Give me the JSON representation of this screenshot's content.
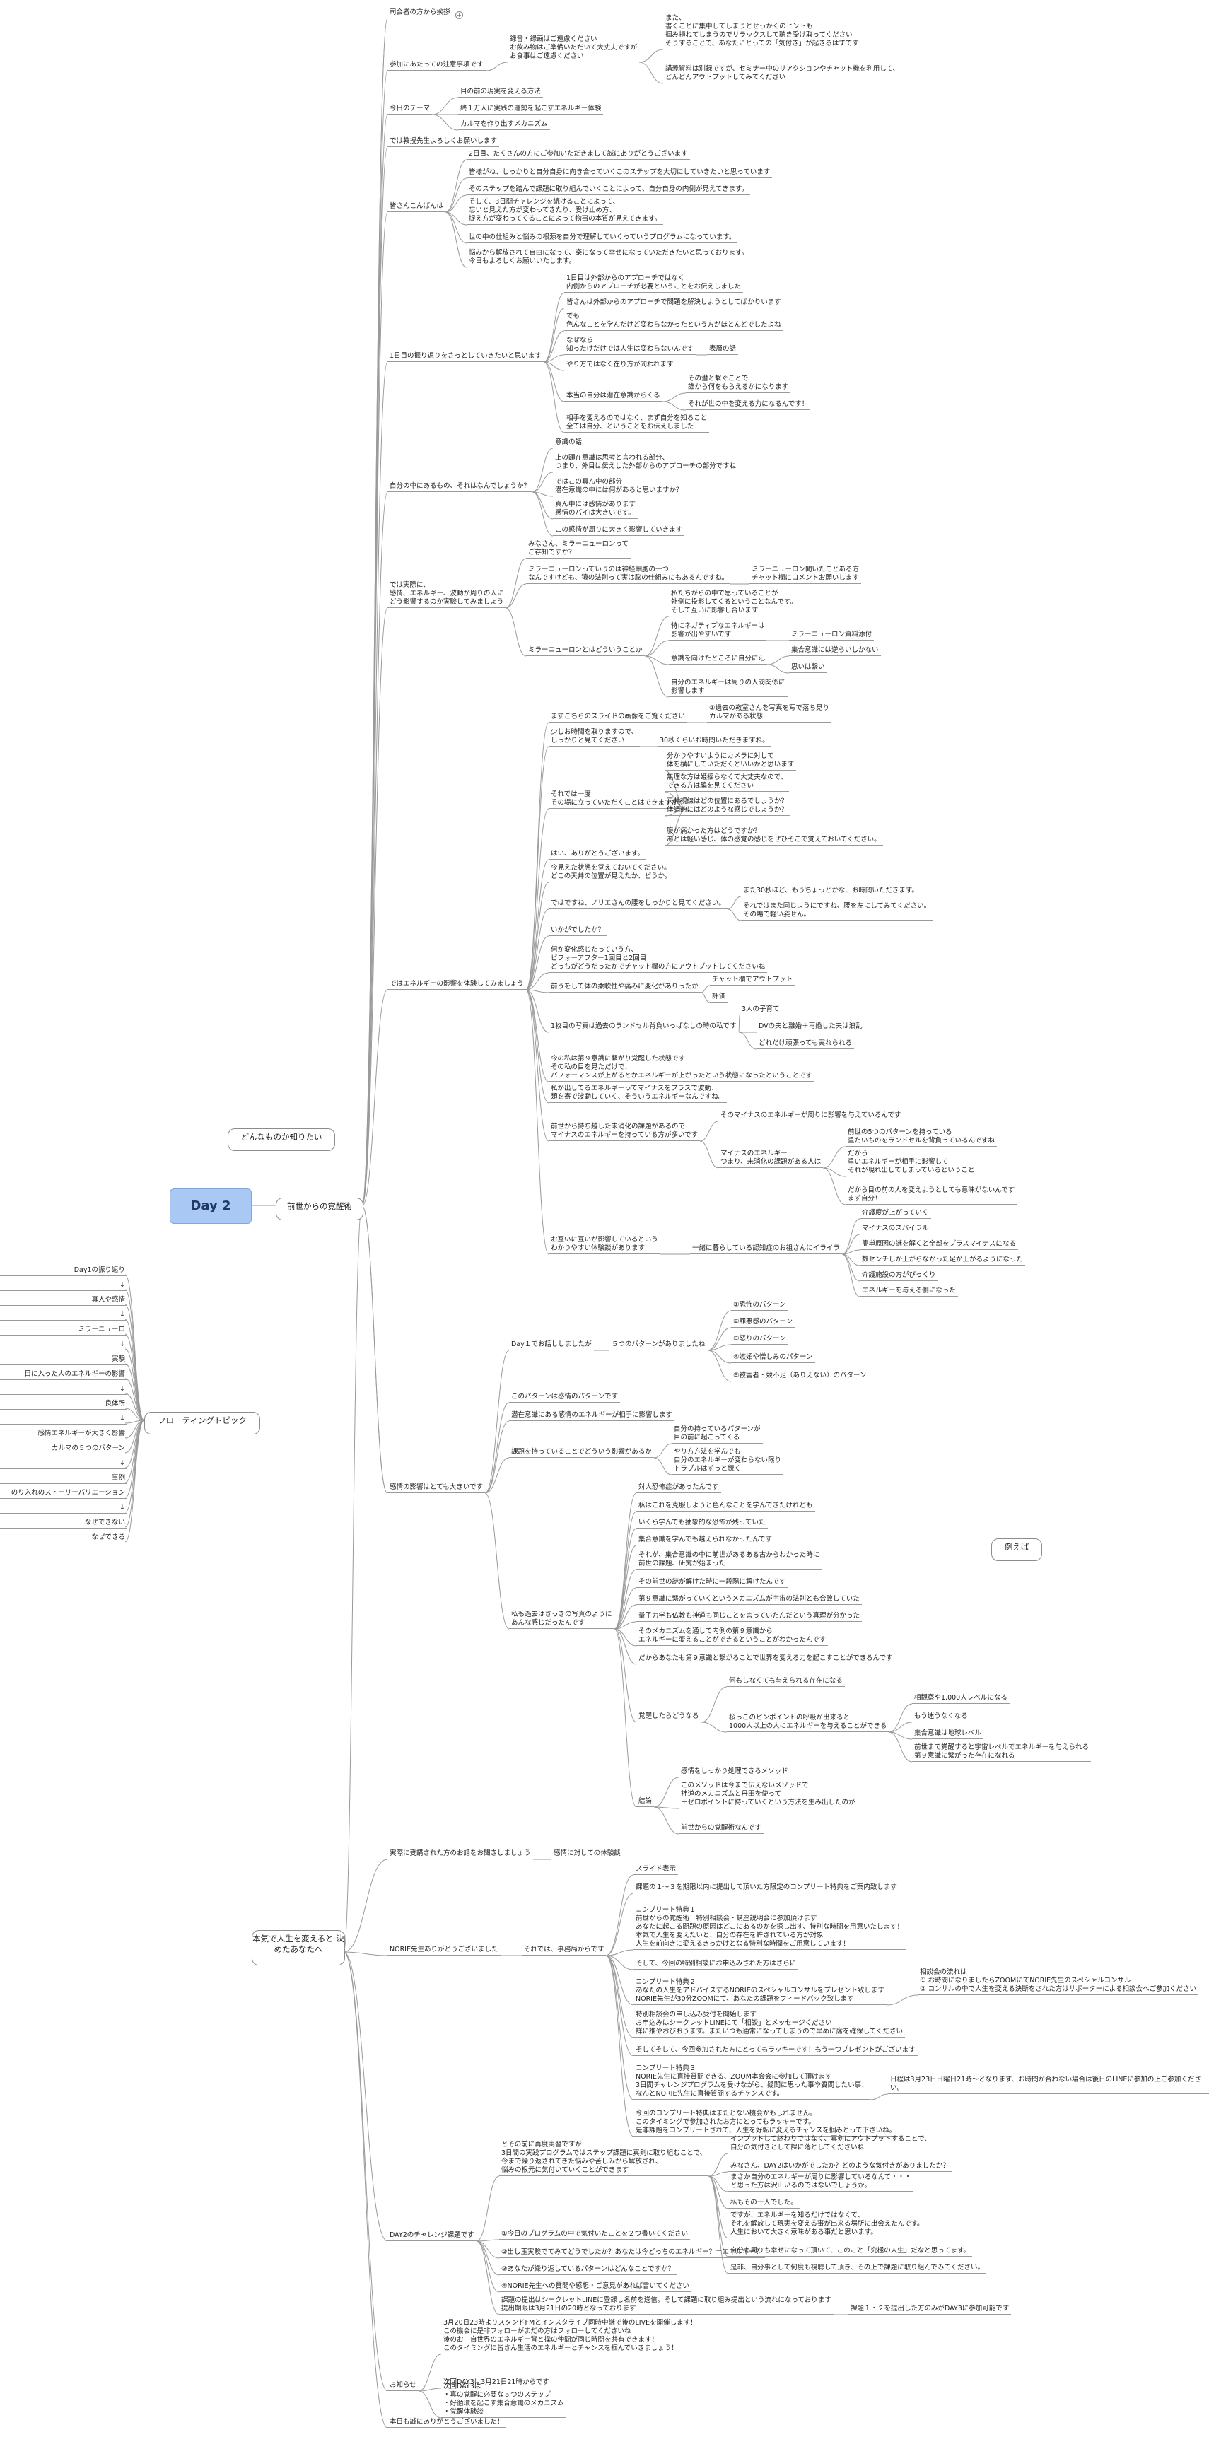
{
  "root": {
    "label": "Day 2"
  },
  "branches": {
    "want_to_know": "どんなものか知りたい",
    "kakusei": "前世からの覚醒術",
    "floating": "フローティングトピック",
    "new_self": "本気で人生を変えると\n決めたあなたへ",
    "example": "例えば"
  },
  "floating_items": [
    "Day1の振り返り",
    "↓",
    "真人や感情",
    "↓",
    "ミラーニューロ",
    "↓",
    "実験",
    "目に入った人のエネルギーの影響",
    "↓",
    "良体所",
    "↓",
    "感情エネルギーが大きく影響",
    "カルマの５つのパターン",
    "↓",
    "事例",
    "のり入れのストーリーバリエーション",
    "↓",
    "なぜできない",
    "なぜできる"
  ],
  "nodes": {
    "t1": "司会者の方から挨拶",
    "t2": "参加にあたっての注意事項です",
    "t2a": "録音・録画はご遠慮ください\nお飲み物はご準備いただいて大丈夫ですが\nお食事はご遠慮ください",
    "t2a1": "また、\n書くことに集中してしまうとせっかくのヒントも\n掴み損ねてしまうのでリラックスして聴き受け取ってください\nそうすることで、あなたにとっての「気付き」が起きるはずです",
    "t2a2": "講義資料は別録ですが、セミナー中のリアクションやチャット機を利用して、\nどんどんアウトプットしてみてください",
    "t3": "今日のテーマ",
    "t3a": "目の前の現実を変える方法",
    "t3b": "終１万人に実践の運勢を起こすエネルギー体験",
    "t3c": "カルマを作り出すメカニズム",
    "t4": "では教授先生よろしくお願いします",
    "t5": "皆さんこんばんは",
    "t5a": "2日目、たくさんの方にご参加いただきまして誠にありがとうございます",
    "t5b": "皆様がね、しっかりと自分自身に向き合っていくこのステップを大切にしていきたいと思っています",
    "t5c": "そのステップを踏んで課題に取り組んでいくことによって、自分自身の内側が見えてきます。",
    "t5d": "そして、3日間チャレンジを続けることによって、\n忘いと見えた方が変わってきたり、受け止め方、\n捉え方が変わってくることによって物事の本質が見えてきます。",
    "t5e": "世の中の仕組みと悩みの根源を自分で理解していくっていうプログラムになっています。",
    "t5f": "悩みから解放されて自由になって、楽になって幸せになっていただきたいと思っております。\n今日もよろしくお願いいたします。",
    "t6": "1日目の振り返りをさっとしていきたいと思います",
    "t6a": "1日目は外部からのアプローチではなく\n内側からのアプローチが必要ということをお伝えしました",
    "t6b": "皆さんは外部からのアプローチで問題を解決しようとしてばかりいます",
    "t6c": "でも\n色んなことを学んだけど変わらなかったという方がほとんどでしたよね",
    "t6d": "なぜなら\n知ったけだけでは人生は変わらないんです",
    "t6d1": "表層の話",
    "t6e": "やり方ではなく在り方が問われます",
    "t6f": "本当の自分は潜在意識からくる",
    "t6f1": "その潜と繋ぐことで\n誰から何をもらえるかになります",
    "t6f2": "それが世の中を変える力になるんです！",
    "t6g": "相手を変えるのではなく、まず自分を知ること\n全ては自分、ということをお伝えしました",
    "t7": "自分の中にあるもの、それはなんでしょうか？",
    "t7a": "意識の話",
    "t7b": "上の顕在意識は思考と言われる部分、\nつまり、外目は伝えした外部からのアプローチの部分ですね",
    "t7c": "ではこの真ん中の部分\n潜在意識の中には何があると思いますか？",
    "t7d": "真ん中には感情があります\n感情のパイは大きいです。",
    "t7e": "この感情が周りに大きく影響していきます",
    "t8": "では実際に、\n感情、エネルギー、波動が周りの人に\nどう影響するのか実験してみましょう",
    "t8a": "みなさん、ミラーニューロンって\nご存知ですか？",
    "t8b": "ミラーニューロンっていうのは神経細胞の一つ\nなんですけども、猿の法則って実は脳の仕組みにもあるんですね。",
    "t8b1": "ミラーニューロン聞いたことある方\nチャット欄にコメントお願いします",
    "t8c": "ミラーニューロンとはどういうことか",
    "t8c1": "私たちがらの中で思っていることが\n外側に投影してくるということなんです。\nそして互いに影響し合います",
    "t8c2": "特にネガティブなエネルギーは\n影響が出やすいです",
    "t8c2a": "ミラーニューロン資料添付",
    "t8c3": "意識を向けたところに自分に氾",
    "t8c3a": "集合意識には逆らいしかない",
    "t8c3b": "思いは繋い",
    "t8c4": "自分のエネルギーは周りの人間関係に\n影響します",
    "t9": "ではエネルギーの影響を体験してみましょう",
    "t9a": "まずこちらのスライドの画像をご覧ください",
    "t9a1": "①過去の教室さんを写真を写で落ち見り\nカルマがある状態",
    "t9b": "少しお時間を取りますので、\nしっかりと見てください",
    "t9b1": "30秒くらいお時間いただきますね。",
    "t9c": "それでは一度\nその場に立っていただくことはできますか？",
    "t9c1": "分かりやすいようにカメラに対して\n体を横にしていただくといいかと思います",
    "t9c2": "無理な方は姫揺らなくて大丈夫なので、\nできる方は騙を見てください",
    "t9c3": "天井視線はどの位置にあるでしょうか？\n体調的にはどのような感じでしょうか？",
    "t9c4": "腹が痛かった方はどうですか？\nあとは軽い感じ、体の感覚の感じをぜひそこで覚えておいてください。",
    "t9d": "はい、ありがとうございます。",
    "t9e": "今見えた状態を覚えておいてください。\nどこの天井の位置が見えたか、どうか。",
    "t9f": "ではですね、ノリエさんの腰をしっかりと見てください。",
    "t9f1": "また30秒ほど、もうちょっとかな、お時間いただきます。",
    "t9f2": "それではまた同じようにですね、腰を左にしてみてください。\nその場で軽い姿せん。",
    "t9g": "いかがでしたか？",
    "t9h": "何か変化感じたっていう方、\nビフォーアフター1回目と2回目\nどっちがどうだったかでチャット欄の方にアウトプットしてくださいね",
    "t9i": "前うをして体の柔軟性や痛みに変化がありったか",
    "t9i1": "チャット欄でアウトプット",
    "t9i2": "評価",
    "t9j": "1枚目の写真は過去のランドセル背負いっぱなしの時の私です",
    "t9j1": "3人の子育て",
    "t9j2": "DVの夫と離婚＋再婚した夫は浪乱",
    "t9j3": "どれだけ頑張っても実れられる",
    "t9k": "今の私は第９意識に繋がり覚醒した状態です\nその私の目を見ただけで、\nパフォーマンスが上がるとかエネルギーが上がったという状態になったということです",
    "t9l": "私が出してるエネルギーってマイナスをプラスで波動、\n類を寄で波動していく、そういうエネルギーなんですね。",
    "t9m": "前世から持ち越した未消化の課題があるので\nマイナスのエネルギーを持っている方が多いです",
    "t9m1": "そのマイナスのエネルギーが周りに影響を与えているんです",
    "t9m2": "マイナスのエネルギー\nつまり、未消化の課題がある人は",
    "t9m2a": "前世の5つのパターンを持っている\n重たいものをランドセルを背負っているんですね",
    "t9m2b": "だから\n重いエネルギーが相手に影響して\nそれが現れ出してしまっているということ",
    "t9m2c": "だから目の前の人を変えようとしても意味がないんです\nまず自分！",
    "t9n": "お互いに互いが影響しているという\nわかりやすい体験談があります",
    "t9n1": "一緒に暮らしている認知症のお祖さんにイライラ",
    "t9n1a": "介護度が上がっていく",
    "t9n1b": "マイナスのスパイラル",
    "t9n1c": "簡単原因の謎を解くと全部をプラスマイナスになる",
    "t9n1d": "数センチしか上がらなかった足が上がるようになった",
    "t9n1e": "介護施設の方がびっくり",
    "t9n1f": "エネルギーを与える側になった",
    "t10": "感情の影響はとても大きいです",
    "t10a": "Day１でお話ししましたが",
    "t10a1": "５つのパターンがありましたね",
    "t10a1a": "①恐怖のパターン",
    "t10a1b": "②罪悪感のパターン",
    "t10a1c": "③怒りのパターン",
    "t10a1d": "④嫉妬や憎しみのパターン",
    "t10a1e": "⑤被害者・競不足（ありえない）のパターン",
    "t10b": "このパターンは感情のパターンです",
    "t10c": "潜在意識にある感情のエネルギーが相手に影響します",
    "t10d": "課題を持っていることでどういう影響があるか",
    "t10d1": "自分の持っているパターンが\n目の前に起こってくる",
    "t10d2": "やり方方法を学んでも\n自分のエネルギーが変わらない限り\nトラブルはずっと続く",
    "t10e": "私も過去はさっきの写真のように\nあんな感じだったんです",
    "t10e1": "対人恐怖症があったんです",
    "t10e2": "私はこれを克服しようと色んなことを学んできたけれども",
    "t10e3": "いくら学んでも抽象的な恐怖が残っていた",
    "t10e4": "集合意識を学んでも越えられなかったんです",
    "t10e5": "それが、集合意識の中に前世があるある古からわかった時に\n前世の課題、研究が始まった",
    "t10e6": "その前世の謎が解けた時に一段陽に解けたんです",
    "t10e7": "第９意識に繋がっていくというメカニズムが宇宙の法則とも合致していた",
    "t10e8": "量子力学も仏教も神道も同じことを言っていたんだという真理が分かった",
    "t10e9": "そのメカニズムを通して内側の第９意識から\nエネルギーに変えることができるということがわかったんです",
    "t10e10": "だからあなたも第９意識と繋がることで世界を変える力を起こすことができるんです",
    "t10e11": "覚醒したらどうなる",
    "t10e11a": "何もしなくても与えられる存在になる",
    "t10e11b": "桜っこのピンポイントの呼吸が出来ると\n1000人以上の人にエネルギーを与えることができる",
    "t10e11b1": "相観察や1,000人レベルになる",
    "t10e11b2": "もう迷うなくなる",
    "t10e11b3": "集合意識は地球レベル",
    "t10e11b4": "前世まで覚醒すると宇宙レベルでエネルギーを与えられる\n第９意識に繋がった存在になれる",
    "t10e12": "結論",
    "t10e12a": "感情をしっかり処理できるメソッド",
    "t10e12b": "このメソッドは今まで伝えないメソッドで\n神道のメカニズムと丹田を使って\n＋ゼロポイントに持っていくという方法を生み出したのが",
    "t10e12c": "前世からの覚醒術なんです",
    "t11": "実際に受講された方のお話をお聞きしましょう",
    "t11a": "感情に対しての体験談",
    "t12": "NORIE先生ありがとうございました",
    "t12a": "それでは、事務局からです",
    "t12a1": "スライド表示",
    "t12a2": "課題の１～３を期限以内に提出して頂いた方限定のコンプリート特典をご案内致します",
    "t12a3": "コンプリート特典１\n前世からの覚醒術　特別相談会・講座説明会に参加頂けます\nあなたに起こる問題の原因はどこにあるのかを探し出す、特別な時間を用意いたします！\n本気で人生を変えたいと、自分の存在を許されている方が対象\n人生を前向きに変えるきっかけとなる特別な時間をご用意しています！",
    "t12a4": "そして、今回の特別相談にお申込みされた方はさらに",
    "t12a5": "コンプリート特典２\nあなたの人生をアドバイスするNORIEのスペシャルコンサルをプレゼント致します\nNORIE先生が30分ZOOMにて、あなたの課題をフィードバック致します",
    "t12a5a": "相談会の流れは\n① お時間になりましたらZOOMにてNORIE先生のスペシャルコンサル\n② コンサルの中で人生を変える決断をされた方はサポーターによる相談会へご参加ください",
    "t12a6": "特別相談会の申し込み受付を開始します\nお申込みはシークレットLINEにて「相談」とメッセージください\n詳に推やおびおうます。またいつも通常になってしまうので早めに席を確保してください",
    "t12a7": "そしてそして、今回参加された方にとってもラッキーです！もう一つプレゼントがございます",
    "t12a8": "コンプリート特典３\nNORIE先生に直接質問できる、ZOOM本会会に参加して頂けます\n3日間チャレンジプログラムを受けながら、疑問に思った事や質問したい事、\nなんとNORIE先生に直接質問するチャンスです。",
    "t12a8a": "日程は3月23日日曜日21時～となります、お時間が合わない場合は後日のLINEに参加の上ご参加ください。",
    "t12a9": "今回のコンプリート特典はまたとない機会かもしれません。\nこのタイミングで参加されたお方にとってもラッキーです。\n是非課題をコンプリートされて、人生を好転に変えるチャンスを掴みとって下さいね。",
    "t13": "DAY2のチャレンジ課題です",
    "t13a": "とその前に再度実習ですが\n3日間の実践プログラムではステップ課題に真剣に取り組むことで、\n今まで繰り返されてきた悩みや苦しみから解放され、\n悩みの根元に気付いていくことができます",
    "t13a1": "インプットして終わりではなく、真剣にアウトプットすることで、\n自分の気付きとして課に落としてくださいね",
    "t13a2": "みなさん、DAY2はいかがでしたか？どのような気付きがありましたか？",
    "t13a3": "まさか自分のエネルギーが周りに影響しているなんて・・・\nと思った方は沢山いるのではないでしょうか。",
    "t13a4": "私もその一人でした。",
    "t13a5": "ですが、エネルギーを知るだけではなくて、\nそれを解放して現実を変える事が出来る場所に出会えたんです。\n人生において大きく意味がある事だと思います。",
    "t13a6": "自分も周りも幸せになって頂いて、このこと「究極の人生」だなと思ってます。",
    "t13a7": "是非、自分事として何度も視聴して頂き、その上で課題に取り組んでみてください。",
    "t13b": "①今日のプログラムの中で気付いたことを２つ書いてください",
    "t13c": "②出し玉実験でてみてどうでしたか？あなたは今どっちのエネルギー？＝エネルギー？",
    "t13d": "③あなたが繰り返しているパターンはどんなことですか？",
    "t13e": "④NORIE先生への質問や感想・ご意見があれば書いてください",
    "t13f": "課題の提出はシークレットLINEに登録し名前を送信。そして課題に取り組み提出という流れになっております\n提出期限は3月21日の20時となっております",
    "t13f1": "課題１・２を提出した方のみがDAY3に参加可能です",
    "t14": "お知らせ",
    "t14a": "3月20日23時よりスタンドFMとインスタライブ同時中継で後のLIVEを開催します！\nこの機会に是非フォローがまだの方はフォローしてくださいね\n後のお　自世界のエネルギー背と操の仲間が同じ時間を共有できます！\nこのタイミングに皆さん生活のエネルギーとチャンスを掴んでいきましょう！",
    "t14b": "次回DAY3は3月21日21時からです",
    "t14c": "次回DAY3は\n・真の覚醒に必要な５つのステップ\n・好循環を起こす集合意識のメカニズム\n・覚醒体験談",
    "t15": "本日も誠にありがとうございました！"
  }
}
